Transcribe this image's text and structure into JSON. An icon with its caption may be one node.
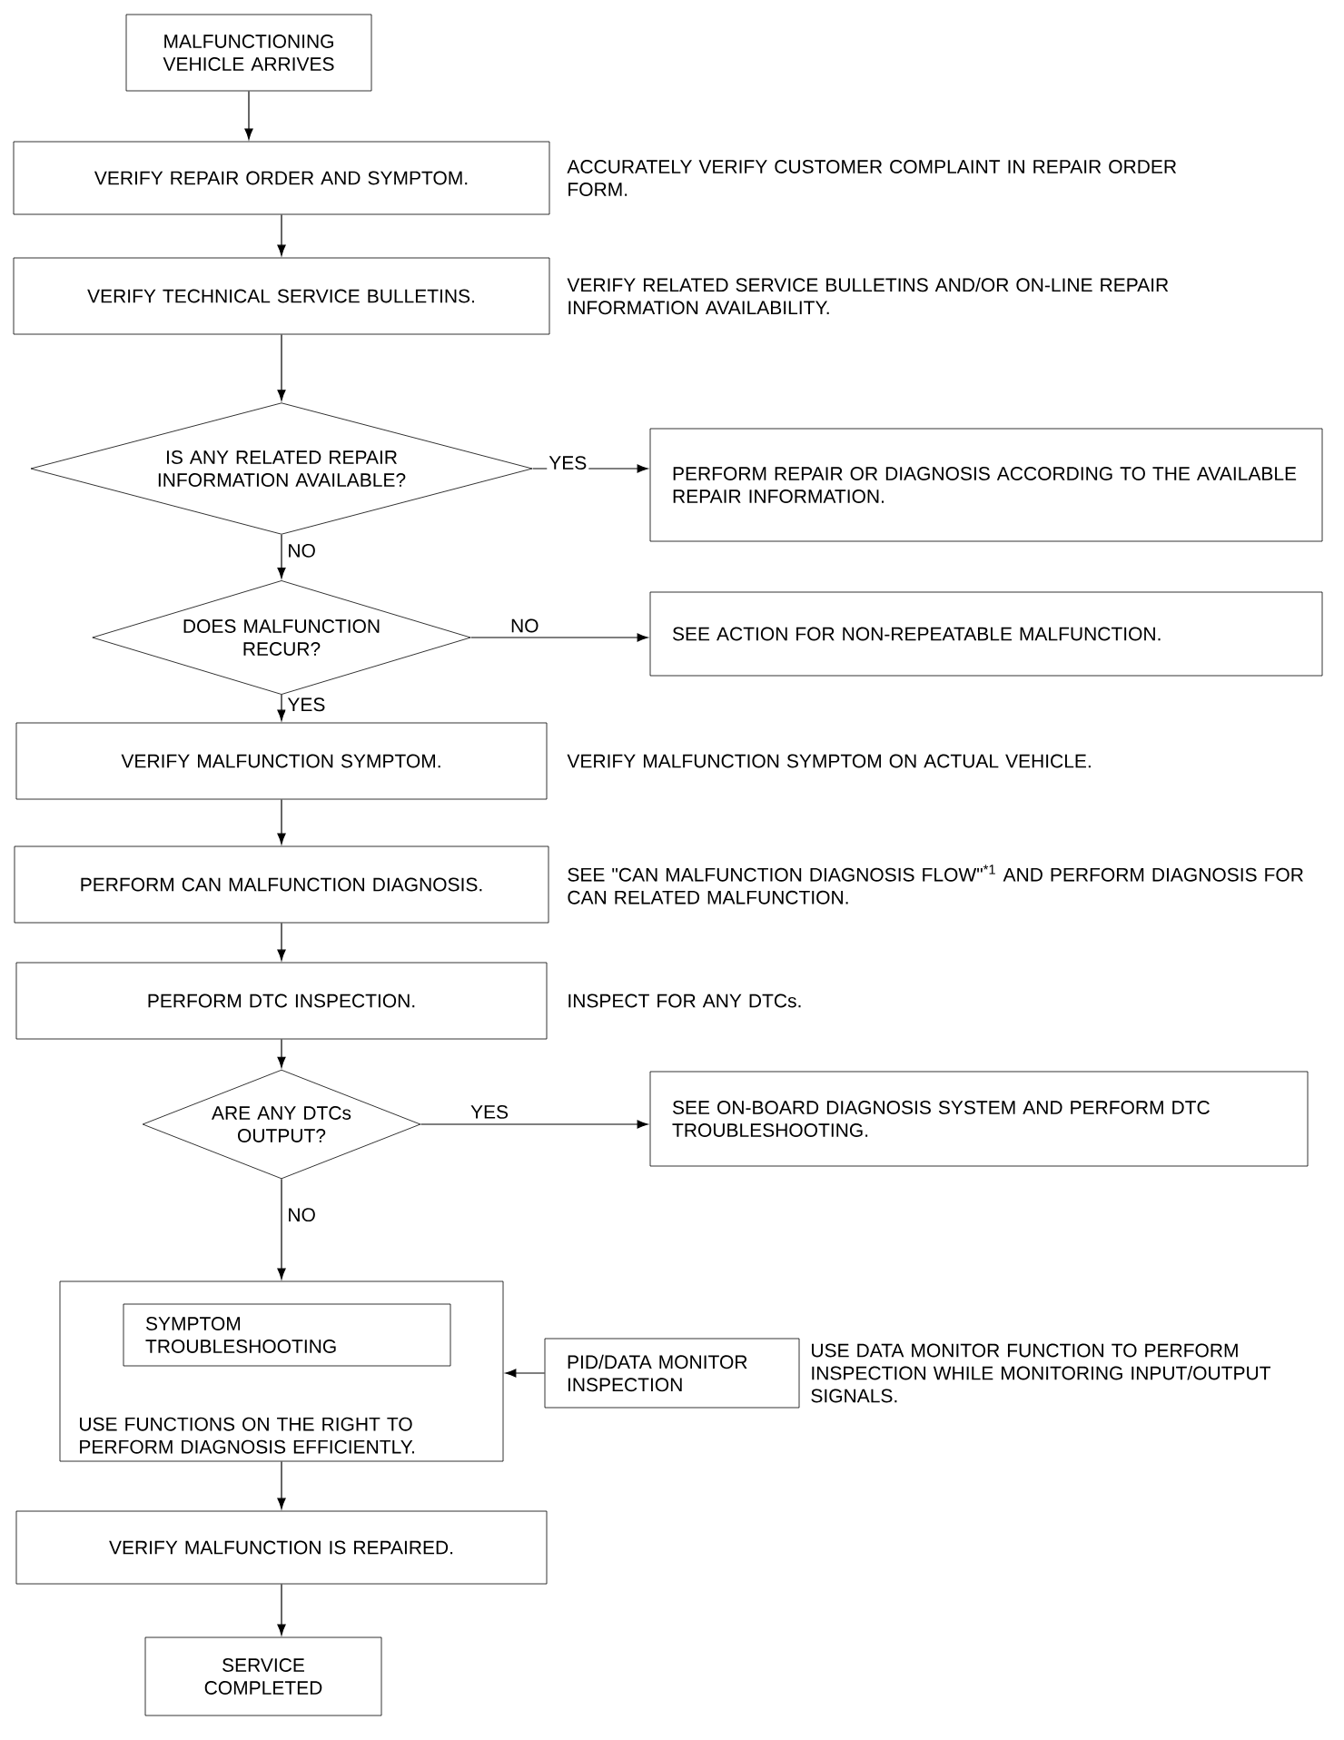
{
  "diagram": {
    "nodes": [
      {
        "text": [
          "MALFUNCTIONING VEHICLE ARRIVES"
        ]
      },
      {
        "text": [
          "VERIFY REPAIR ORDER AND SYMPTOM."
        ],
        "beside": [
          "ACCURATELY VERIFY CUSTOMER COMPLAINT IN REPAIR ORDER FORM."
        ]
      },
      {
        "text": [
          "VERIFY TECHNICAL SERVICE BULLETINS."
        ],
        "beside": [
          "VERIFY RELATED SERVICE BULLETINS AND/OR ON-LINE REPAIR INFORMATION AVAILABILITY."
        ]
      },
      {
        "text": [
          "IS ANY RELATED REPAIR INFORMATION AVAILABLE?"
        ]
      },
      {
        "text": [
          "PERFORM REPAIR OR DIAGNOSIS ACCORDING TO THE AVAILABLE REPAIR INFORMATION."
        ]
      },
      {
        "text": [
          "DOES MALFUNCTION RECUR?"
        ]
      },
      {
        "text": [
          "SEE ACTION FOR NON-REPEATABLE MALFUNCTION."
        ]
      },
      {
        "text": [
          "VERIFY MALFUNCTION SYMPTOM."
        ],
        "beside": [
          "VERIFY MALFUNCTION SYMPTOM ON ACTUAL VEHICLE."
        ]
      },
      {
        "text": [
          "PERFORM CAN MALFUNCTION DIAGNOSIS."
        ],
        "beside": [
          "SEE \"CAN MALFUNCTION DIAGNOSIS FLOW\"$^{*1}$ AND PERFORM DIAGNOSIS FOR CAN RELATED MALFUNCTION."
        ]
      },
      {
        "text": [
          "PERFORM DTC INSPECTION."
        ],
        "beside": [
          "INSPECT FOR ANY DTCs."
        ]
      },
      {
        "text": [
          "ARE ANY DTCs OUTPUT?"
        ]
      },
      {
        "text": [
          "SEE ON-BOARD DIAGNOSIS SYSTEM AND PERFORM DTC TROUBLESHOOTING."
        ]
      },
      {
        "text": [
          "USE FUNCTIONS ON THE RIGHT TO PERFORM DIAGNOSIS EFFICIENTLY."
        ]
      },
      {
        "text": [
          "SYMPTOM TROUBLESHOOTING"
        ],
        "in": 12
      },
      {
        "text": [
          "PID/DATA MONITOR INSPECTION"
        ],
        "beside": [
          "USE DATA MONITOR FUNCTION TO PERFORM INSPECTION WHILE MONITORING INPUT/OUTPUT SIGNALS."
        ]
      },
      {
        "text": [
          "VERIFY MALFUNCTION IS REPAIRED."
        ]
      },
      {
        "text": [
          "SERVICE COMPLETED"
        ]
      }
    ],
    "edges": [
      {
        "from": 0,
        "to": 1,
        "arrow": "to"
      },
      {
        "from": 1,
        "to": 2,
        "arrow": "to"
      },
      {
        "from": 2,
        "to": 3,
        "arrow": "to"
      },
      {
        "from": 3,
        "to": 4,
        "arrow": "to",
        "label": "YES"
      },
      {
        "from": 3,
        "to": 5,
        "arrow": "to",
        "label": "NO"
      },
      {
        "from": 5,
        "to": 6,
        "arrow": "to",
        "label": "NO"
      },
      {
        "from": 5,
        "to": 7,
        "arrow": "to",
        "label": "YES"
      },
      {
        "from": 7,
        "to": 8,
        "arrow": "to"
      },
      {
        "from": 8,
        "to": 9,
        "arrow": "to"
      },
      {
        "from": 9,
        "to": 10,
        "arrow": "to"
      },
      {
        "from": 10,
        "to": 11,
        "arrow": "to",
        "label": "YES"
      },
      {
        "from": 10,
        "to": 12,
        "arrow": "to",
        "label": "NO"
      },
      {
        "from": 14,
        "to": 12,
        "arrow": "to"
      },
      {
        "from": 12,
        "to": 15,
        "arrow": "to"
      },
      {
        "from": 15,
        "to": 16,
        "arrow": "to"
      }
    ]
  }
}
